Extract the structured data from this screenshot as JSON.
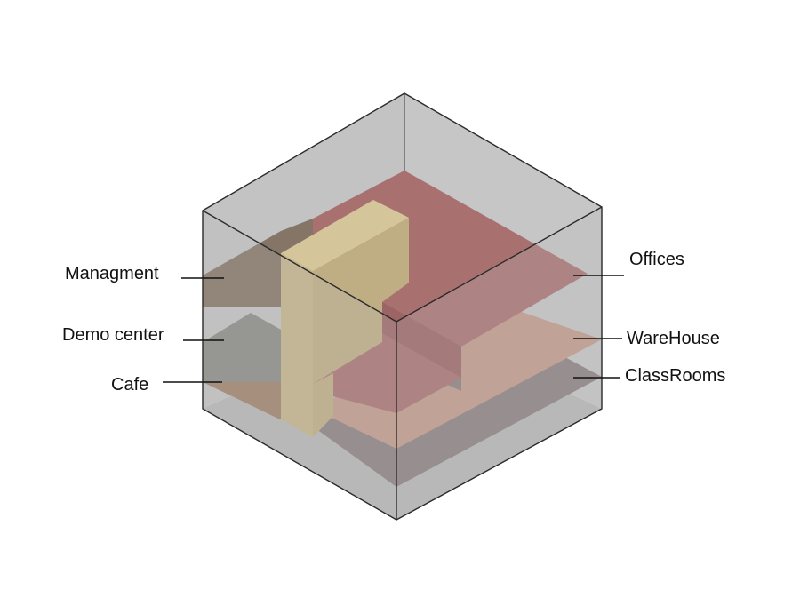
{
  "labels": {
    "managment": "Managment",
    "demo_center": "Demo center",
    "cafe": "Cafe",
    "offices": "Offices",
    "warehouse": "WareHouse",
    "classrooms": "ClassRooms"
  },
  "colors": {
    "cube_glass": "#bdbdbd",
    "offices": "#a97070",
    "warehouse": "#c29a8a",
    "classrooms": "#8a7f80",
    "managment": "#857566",
    "demo_center": "#8a8a84",
    "cafe": "#a08068",
    "core": "#c5b48a"
  }
}
